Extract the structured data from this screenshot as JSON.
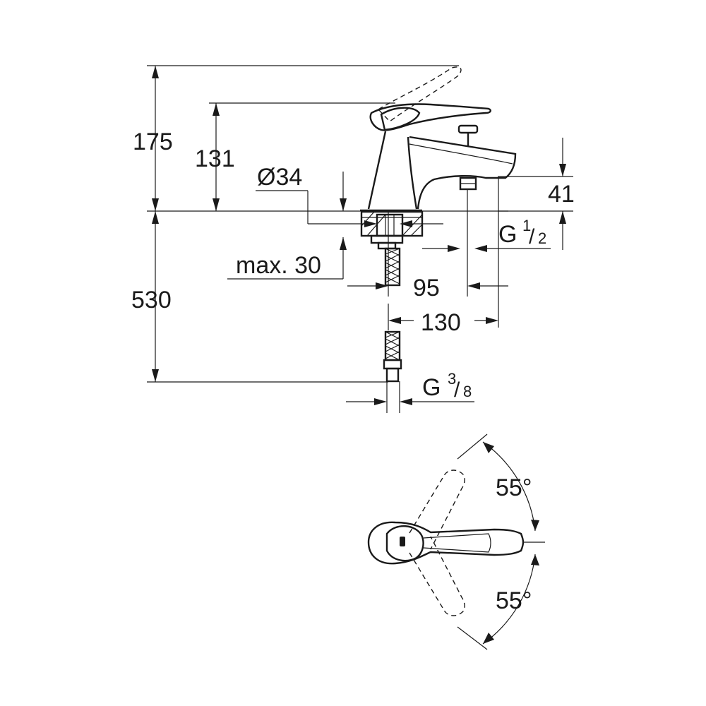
{
  "dimensions": {
    "total_height": "175",
    "spout_height": "131",
    "diameter": "Ø34",
    "clamp_max": "max. 30",
    "hose_length": "530",
    "spout_gap": "41",
    "outlet_thread": "G",
    "outlet_thread_num": "1",
    "outlet_thread_den": "2",
    "spout_reach_short": "95",
    "spout_reach_long": "130",
    "supply_thread": "G",
    "supply_thread_num": "3",
    "supply_thread_den": "8",
    "rotation_upper": "55°",
    "rotation_lower": "55°"
  }
}
